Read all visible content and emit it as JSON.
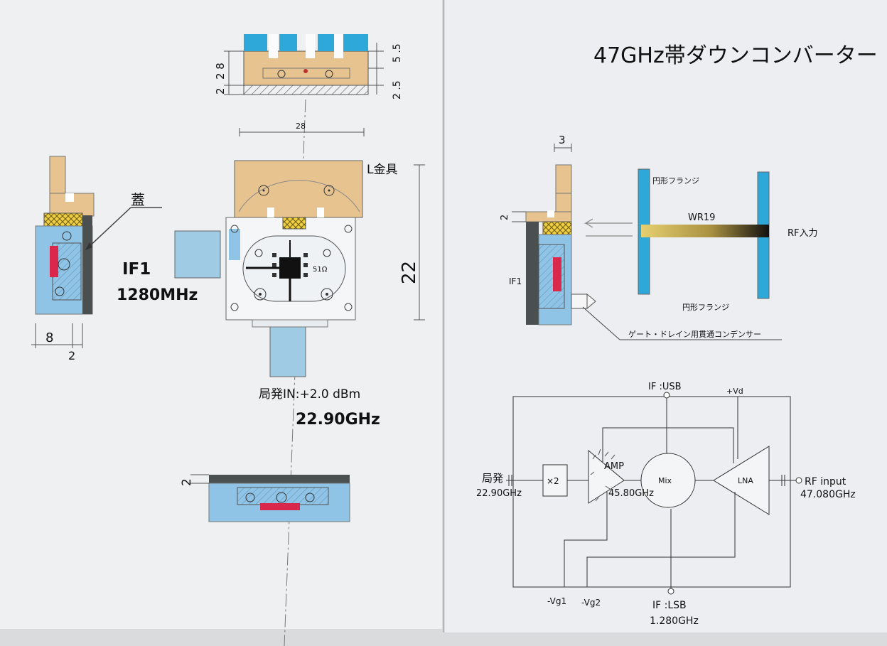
{
  "title": "47GHz帯ダウンコンバーター",
  "colors": {
    "paper": "#eef0f2",
    "metal": "#e7c38f",
    "blue": "#2ea8d8",
    "board": "#8fc4e6",
    "red": "#d9284b",
    "dark": "#4a4f4f",
    "ink": "#111111",
    "yellow": "#e8c84a"
  },
  "top_view": {
    "dim_28": "2 8",
    "dim_2": "2",
    "dim_55": "5 .5",
    "dim_25": "2 .5"
  },
  "main_view": {
    "width": "28",
    "height": "22",
    "l_bracket": "L金具",
    "resistor": "51Ω"
  },
  "side_view": {
    "lid": "蓋",
    "dim_8": "8",
    "dim_2": "2"
  },
  "if1": {
    "label": "IF1",
    "freq": "1280MHz"
  },
  "lo": {
    "label": "局発IN:+2.0 dBm",
    "freq": "22.90GHz"
  },
  "bottom_view": {
    "dim_2": "2"
  },
  "right_side": {
    "dim_3": "3",
    "dim_2": "2",
    "if1": "IF1"
  },
  "waveguide": {
    "flange_top": "円形フランジ",
    "name": "WR19",
    "rf_in": "RF入力",
    "flange_bottom": "円形フランジ",
    "feedthrough": "ゲート・ドレイン用貫通コンデンサー"
  },
  "block": {
    "if_usb": "IF :USB",
    "vd": "+Vd",
    "lo_label": "局発",
    "lo_freq": "22.90GHz",
    "x2": "×2",
    "amp": "AMP",
    "amp_freq": "45.80GHz",
    "mix": "Mix",
    "lna": "LNA",
    "rf_label": "RF  input",
    "rf_freq": "47.080GHz",
    "vg1": "-Vg1",
    "vg2": "-Vg2",
    "if_lsb": "IF :LSB",
    "lsb_freq": "1.280GHz"
  }
}
